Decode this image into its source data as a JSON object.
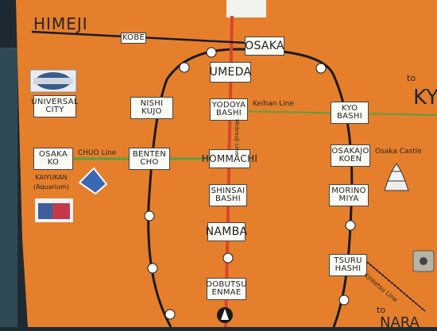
{
  "wall_color": "#e57f2c",
  "loop_line_color": "#1a1a1a",
  "midosuji_color": "#d9452a",
  "side_line_color": "#5aa040",
  "destinations": {
    "himeji": "HIMEJI",
    "kyoto_to": "to",
    "kyoto": "KYO",
    "nara_to": "to",
    "nara": "NARA"
  },
  "stations": {
    "kobe": "KOBE",
    "osaka": "OSAKA",
    "umeda": "UMEDA",
    "universal_city": "UNIVERSAL\nCITY",
    "nishi_kujo": "NISHI\nKUJO",
    "yodoyabashi": "YODOYA\nBASHI",
    "kyobashi": "KYO\nBASHI",
    "osaka_ko": "OSAKA\nKO",
    "benten_cho": "BENTEN\nCHO",
    "hommachi": "HOMMACHI",
    "osakajo_koen": "OSAKAJO\nKOEN",
    "shinsaibashi": "SHINSAI\nBASHI",
    "morinomiya": "MORINO\nMIYA",
    "namba": "NAMBA",
    "tsuruhashi": "TSURU\nHASHI",
    "dobutsuen_mae": "DOBUTSU\nENMAE"
  },
  "line_labels": {
    "keihan": "Keihan Line",
    "chuo": "CHUO Line",
    "midosuji": "Midosuji Line",
    "kintetsu": "Kintetsu Line"
  },
  "annotations": {
    "kaiyukan": "KAIYUKAN\n(Aquarium)",
    "osaka_castle": "Osaka Castle"
  }
}
